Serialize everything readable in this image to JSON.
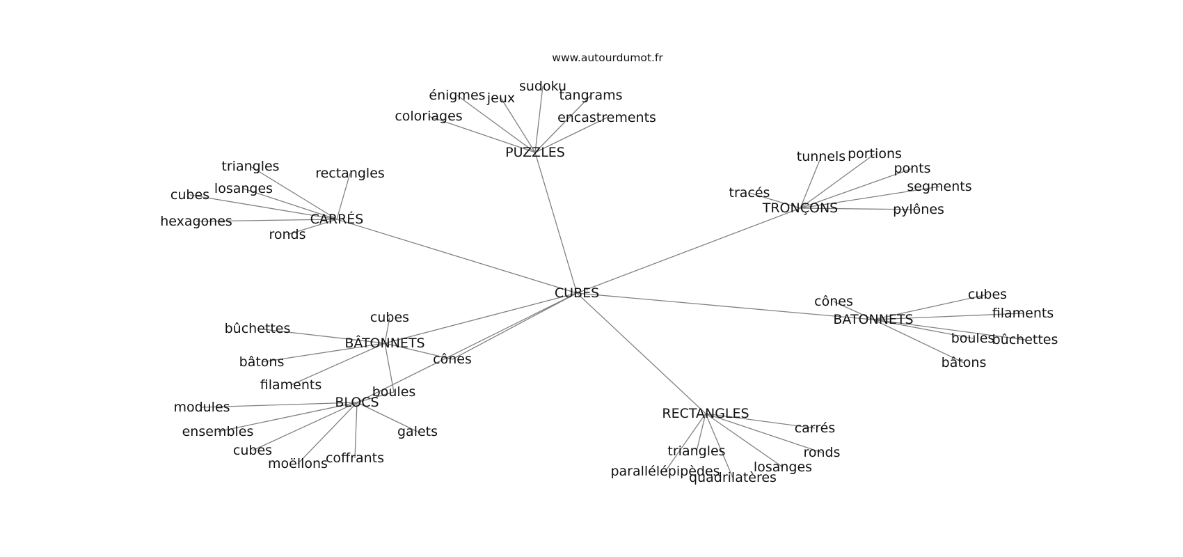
{
  "source_url": "www.autourdumot.fr",
  "center": {
    "id": "c",
    "label": "CUBES"
  },
  "hubs": [
    {
      "id": "h_puzzles",
      "label": "PUZZLES",
      "leaves": [
        {
          "id": "p1",
          "label": "sudoku"
        },
        {
          "id": "p2",
          "label": "énigmes"
        },
        {
          "id": "p3",
          "label": "jeux"
        },
        {
          "id": "p4",
          "label": "tangrams"
        },
        {
          "id": "p5",
          "label": "coloriages"
        },
        {
          "id": "p6",
          "label": "encastrements"
        }
      ]
    },
    {
      "id": "h_carres",
      "label": "CARRÉS",
      "leaves": [
        {
          "id": "ca1",
          "label": "triangles"
        },
        {
          "id": "ca2",
          "label": "rectangles"
        },
        {
          "id": "ca3",
          "label": "losanges"
        },
        {
          "id": "ca4",
          "label": "cubes"
        },
        {
          "id": "ca5",
          "label": "hexagones"
        },
        {
          "id": "ca6",
          "label": "ronds"
        }
      ]
    },
    {
      "id": "h_troncons",
      "label": "TRONÇONS",
      "leaves": [
        {
          "id": "t1",
          "label": "tunnels"
        },
        {
          "id": "t2",
          "label": "portions"
        },
        {
          "id": "t3",
          "label": "ponts"
        },
        {
          "id": "t4",
          "label": "tracés"
        },
        {
          "id": "t5",
          "label": "segments"
        },
        {
          "id": "t6",
          "label": "pylônes"
        }
      ]
    },
    {
      "id": "h_batonnets_right",
      "label": "BATONNETS",
      "leaves": [
        {
          "id": "br1",
          "label": "cubes"
        },
        {
          "id": "br2",
          "label": "cônes"
        },
        {
          "id": "br3",
          "label": "filaments"
        },
        {
          "id": "br4",
          "label": "boules"
        },
        {
          "id": "br5",
          "label": "bûchettes"
        },
        {
          "id": "br6",
          "label": "bâtons"
        }
      ]
    },
    {
      "id": "h_batonnets_left",
      "label": "BÂTONNETS",
      "leaves": [
        {
          "id": "bl1",
          "label": "cubes"
        },
        {
          "id": "bl2",
          "label": "bûchettes"
        },
        {
          "id": "bl3",
          "label": "bâtons"
        },
        {
          "id": "bl4",
          "label": "cônes"
        },
        {
          "id": "bl5",
          "label": "filaments"
        },
        {
          "id": "bl6",
          "label": "boules"
        }
      ]
    },
    {
      "id": "h_blocs",
      "label": "BLOCS",
      "leaves": [
        {
          "id": "b1",
          "label": "modules"
        },
        {
          "id": "b2",
          "label": "ensembles"
        },
        {
          "id": "b3",
          "label": "galets"
        },
        {
          "id": "b4",
          "label": "cubes"
        },
        {
          "id": "b5",
          "label": "coffrants"
        },
        {
          "id": "b6",
          "label": "moëllons"
        }
      ]
    },
    {
      "id": "h_rectangles",
      "label": "RECTANGLES",
      "leaves": [
        {
          "id": "r1",
          "label": "carrés"
        },
        {
          "id": "r2",
          "label": "triangles"
        },
        {
          "id": "r3",
          "label": "ronds"
        },
        {
          "id": "r4",
          "label": "losanges"
        },
        {
          "id": "r5",
          "label": "parallélépipèdes"
        },
        {
          "id": "r6",
          "label": "quadrilatères"
        }
      ]
    }
  ],
  "extra_edges": [
    [
      "bl4",
      "c"
    ],
    [
      "bl6",
      "h_blocs"
    ]
  ]
}
